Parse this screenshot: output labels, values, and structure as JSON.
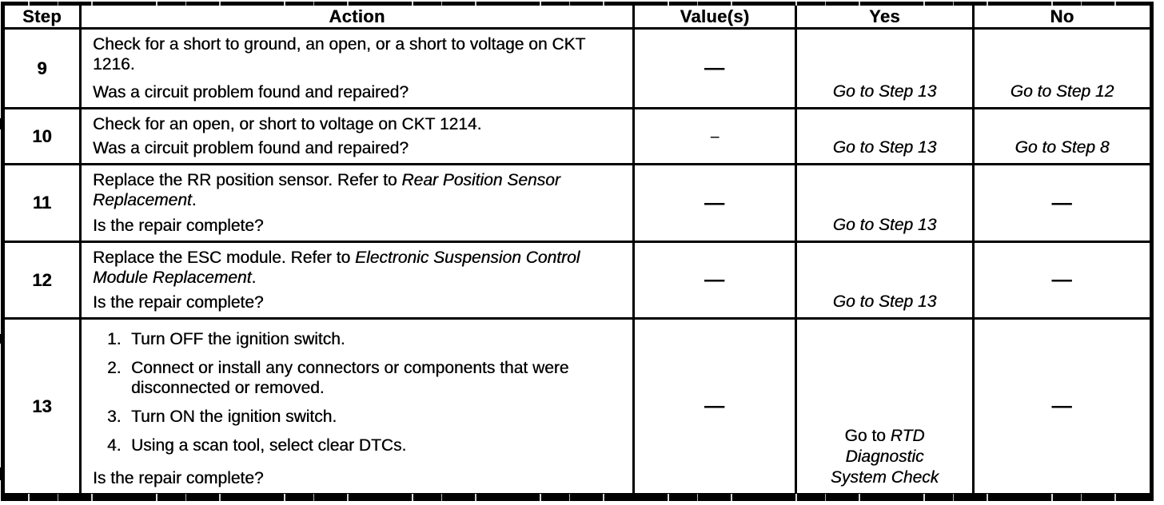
{
  "table": {
    "headers": [
      "Step",
      "Action",
      "Value(s)",
      "Yes",
      "No"
    ],
    "rows": [
      {
        "step": "9",
        "action": {
          "paragraphs": [
            [
              {
                "t": "Check for a short to ground, an open, or a short to voltage on CKT 1216.",
                "i": false
              }
            ]
          ],
          "steps": [],
          "question": "Was a circuit problem found and repaired?"
        },
        "value": "—",
        "yes": [
          {
            "t": "Go to Step 13",
            "i": true
          }
        ],
        "no": [
          {
            "t": "Go to Step 12",
            "i": true
          }
        ]
      },
      {
        "step": "10",
        "action": {
          "paragraphs": [
            [
              {
                "t": "Check for an open, or short to voltage on CKT 1214.",
                "i": false
              }
            ]
          ],
          "steps": [],
          "question": "Was a circuit problem found and repaired?"
        },
        "value": "–",
        "yes": [
          {
            "t": "Go to Step 13",
            "i": true
          }
        ],
        "no": [
          {
            "t": "Go to Step 8",
            "i": true
          }
        ]
      },
      {
        "step": "11",
        "action": {
          "paragraphs": [
            [
              {
                "t": "Replace the RR position sensor. Refer to ",
                "i": false
              },
              {
                "t": "Rear Position Sensor Replacement",
                "i": true
              },
              {
                "t": ".",
                "i": false
              }
            ]
          ],
          "steps": [],
          "question": "Is the repair complete?"
        },
        "value": "—",
        "yes": [
          {
            "t": "Go to Step 13",
            "i": true
          }
        ],
        "no": "—"
      },
      {
        "step": "12",
        "action": {
          "paragraphs": [
            [
              {
                "t": "Replace the ESC module. Refer to ",
                "i": false
              },
              {
                "t": "Electronic Suspension Control Module Replacement",
                "i": true
              },
              {
                "t": ".",
                "i": false
              }
            ]
          ],
          "steps": [],
          "question": "Is the repair complete?"
        },
        "value": "—",
        "yes": [
          {
            "t": "Go to Step 13",
            "i": true
          }
        ],
        "no": "—"
      },
      {
        "step": "13",
        "action": {
          "paragraphs": [],
          "steps": [
            "Turn OFF the ignition switch.",
            "Connect or install any connectors or components that were disconnected or removed.",
            "Turn ON the ignition switch.",
            "Using a scan tool, select clear DTCs."
          ],
          "question": "Is the repair complete?"
        },
        "value": "—",
        "yes": [
          {
            "t": "Go to ",
            "i": false
          },
          {
            "t": "RTD Diagnostic System Check",
            "i": true
          }
        ],
        "no": "—"
      }
    ]
  }
}
